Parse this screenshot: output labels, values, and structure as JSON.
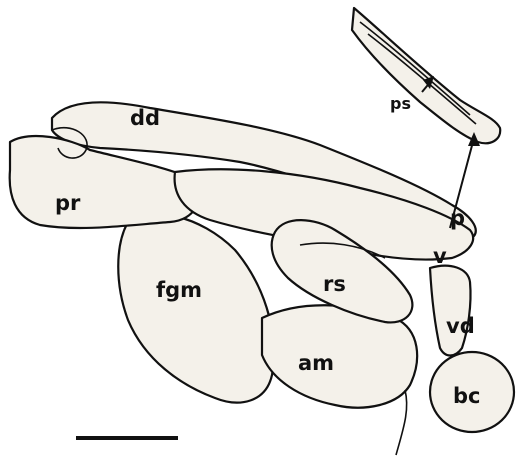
{
  "labels": {
    "dd": "dd",
    "pr": "pr",
    "fgm": "fgm",
    "rs": "rs",
    "am": "am",
    "p": "p",
    "v": "v",
    "vd": "vd",
    "bc": "bc",
    "ps": "ps"
  },
  "scale_bar": {
    "present": true
  },
  "colors": {
    "ink": "#111111",
    "tissue": "#f4f1ea"
  }
}
